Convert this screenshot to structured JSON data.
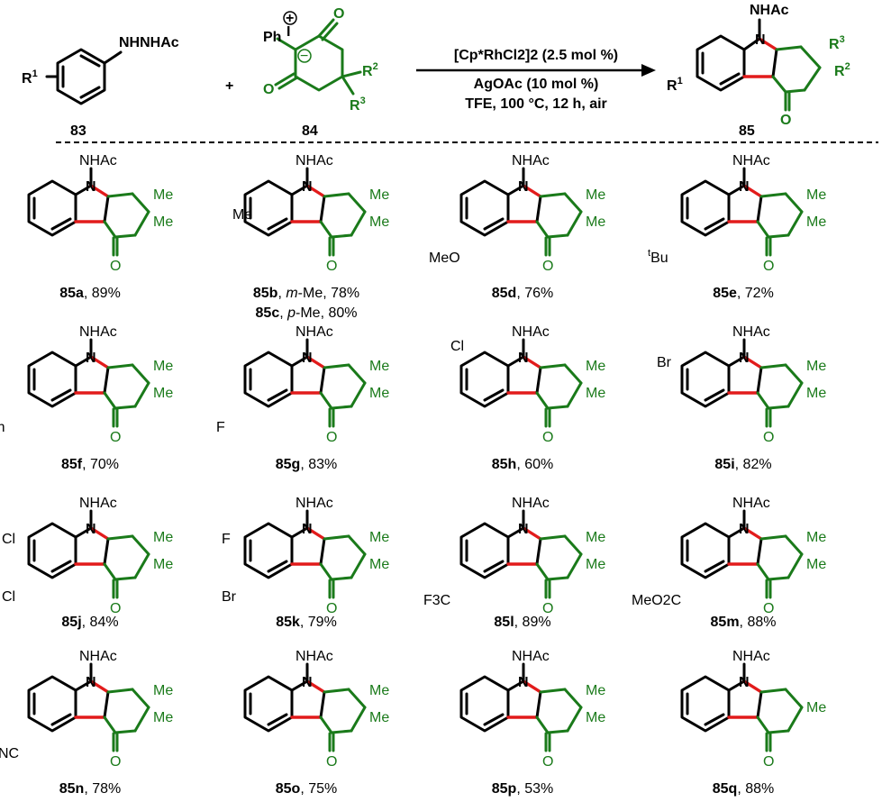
{
  "scheme": {
    "reactant_a": {
      "substituent": "R",
      "substituent_sup": "1",
      "group": "NHNHAc",
      "id": "83"
    },
    "plus": "+",
    "reactant_b": {
      "ph": "Ph",
      "iodine": "I",
      "plus_charge": "+",
      "minus_charge": "−",
      "o_top": "O",
      "o_bottom": "O",
      "r2": "R",
      "r2_sup": "2",
      "r3": "R",
      "r3_sup": "3",
      "id": "84"
    },
    "conditions": {
      "catalyst": "[Cp*RhCl2]2 (2.5 mol %)",
      "additive": "AgOAc (10 mol %)",
      "solvent": "TFE, 100 °C, 12 h, air"
    },
    "product": {
      "nhac": "NHAc",
      "n": "N",
      "r1": "R",
      "r1_sup": "1",
      "r2": "R",
      "r2_sup": "2",
      "r3": "R",
      "r3_sup": "3",
      "o": "O",
      "id": "85"
    }
  },
  "common": {
    "nhac": "NHAc",
    "n": "N",
    "o": "O",
    "me": "Me"
  },
  "examples": [
    {
      "id": "85a",
      "caption": [
        {
          "bold": "85a"
        },
        {
          "text": ", 89%"
        }
      ],
      "subs": []
    },
    {
      "id": "85b",
      "caption": [
        {
          "bold": "85b"
        },
        {
          "text": ", "
        },
        {
          "italic": "m"
        },
        {
          "text": "-Me, 78%"
        }
      ],
      "caption2": [
        {
          "bold": "85c"
        },
        {
          "text": ", "
        },
        {
          "italic": "p"
        },
        {
          "text": "-Me, 80%"
        }
      ],
      "subs": [
        {
          "label": "Me"
        }
      ]
    },
    {
      "id": "85d",
      "caption": [
        {
          "bold": "85d"
        },
        {
          "text": ", 76%"
        }
      ],
      "subs": [
        {
          "label": "MeO"
        }
      ]
    },
    {
      "id": "85e",
      "caption": [
        {
          "bold": "85e"
        },
        {
          "text": ", 72%"
        }
      ],
      "subs": [
        {
          "label": "Bu",
          "sup": "t"
        }
      ]
    },
    {
      "id": "85f",
      "caption": [
        {
          "bold": "85f"
        },
        {
          "text": ", 70%"
        }
      ],
      "subs": [
        {
          "label": "Ph"
        }
      ]
    },
    {
      "id": "85g",
      "caption": [
        {
          "bold": "85g"
        },
        {
          "text": ", 83%"
        }
      ],
      "subs": [
        {
          "label": "F"
        }
      ]
    },
    {
      "id": "85h",
      "caption": [
        {
          "bold": "85h"
        },
        {
          "text": ", 60%"
        }
      ],
      "subs": [
        {
          "label": "Cl"
        }
      ]
    },
    {
      "id": "85i",
      "caption": [
        {
          "bold": "85i"
        },
        {
          "text": ", 82%"
        }
      ],
      "subs": [
        {
          "label": "Br"
        }
      ]
    },
    {
      "id": "85j",
      "caption": [
        {
          "bold": "85j"
        },
        {
          "text": ", 84%"
        }
      ],
      "subs": [
        {
          "label": "Cl"
        },
        {
          "label": "Cl"
        }
      ]
    },
    {
      "id": "85k",
      "caption": [
        {
          "bold": "85k"
        },
        {
          "text": ", 79%"
        }
      ],
      "subs": [
        {
          "label": "F"
        },
        {
          "label": "Br"
        }
      ]
    },
    {
      "id": "85l",
      "caption": [
        {
          "bold": "85l"
        },
        {
          "text": ", 89%"
        }
      ],
      "subs": [
        {
          "label": "F3C"
        }
      ]
    },
    {
      "id": "85m",
      "caption": [
        {
          "bold": "85m"
        },
        {
          "text": ", 88%"
        }
      ],
      "subs": [
        {
          "label": "MeO2C"
        }
      ]
    },
    {
      "id": "85n",
      "caption": [
        {
          "bold": "85n"
        },
        {
          "text": ", 78%"
        }
      ],
      "subs": [
        {
          "label": "NC"
        }
      ]
    },
    {
      "id": "85o",
      "caption": [
        {
          "bold": "85o"
        },
        {
          "text": ", 75%"
        }
      ],
      "subs": []
    },
    {
      "id": "85p",
      "caption": [
        {
          "bold": "85p"
        },
        {
          "text": ", 53%"
        }
      ],
      "subs": []
    },
    {
      "id": "85q",
      "caption": [
        {
          "bold": "85q"
        },
        {
          "text": ", 88%"
        }
      ],
      "subs": []
    }
  ]
}
